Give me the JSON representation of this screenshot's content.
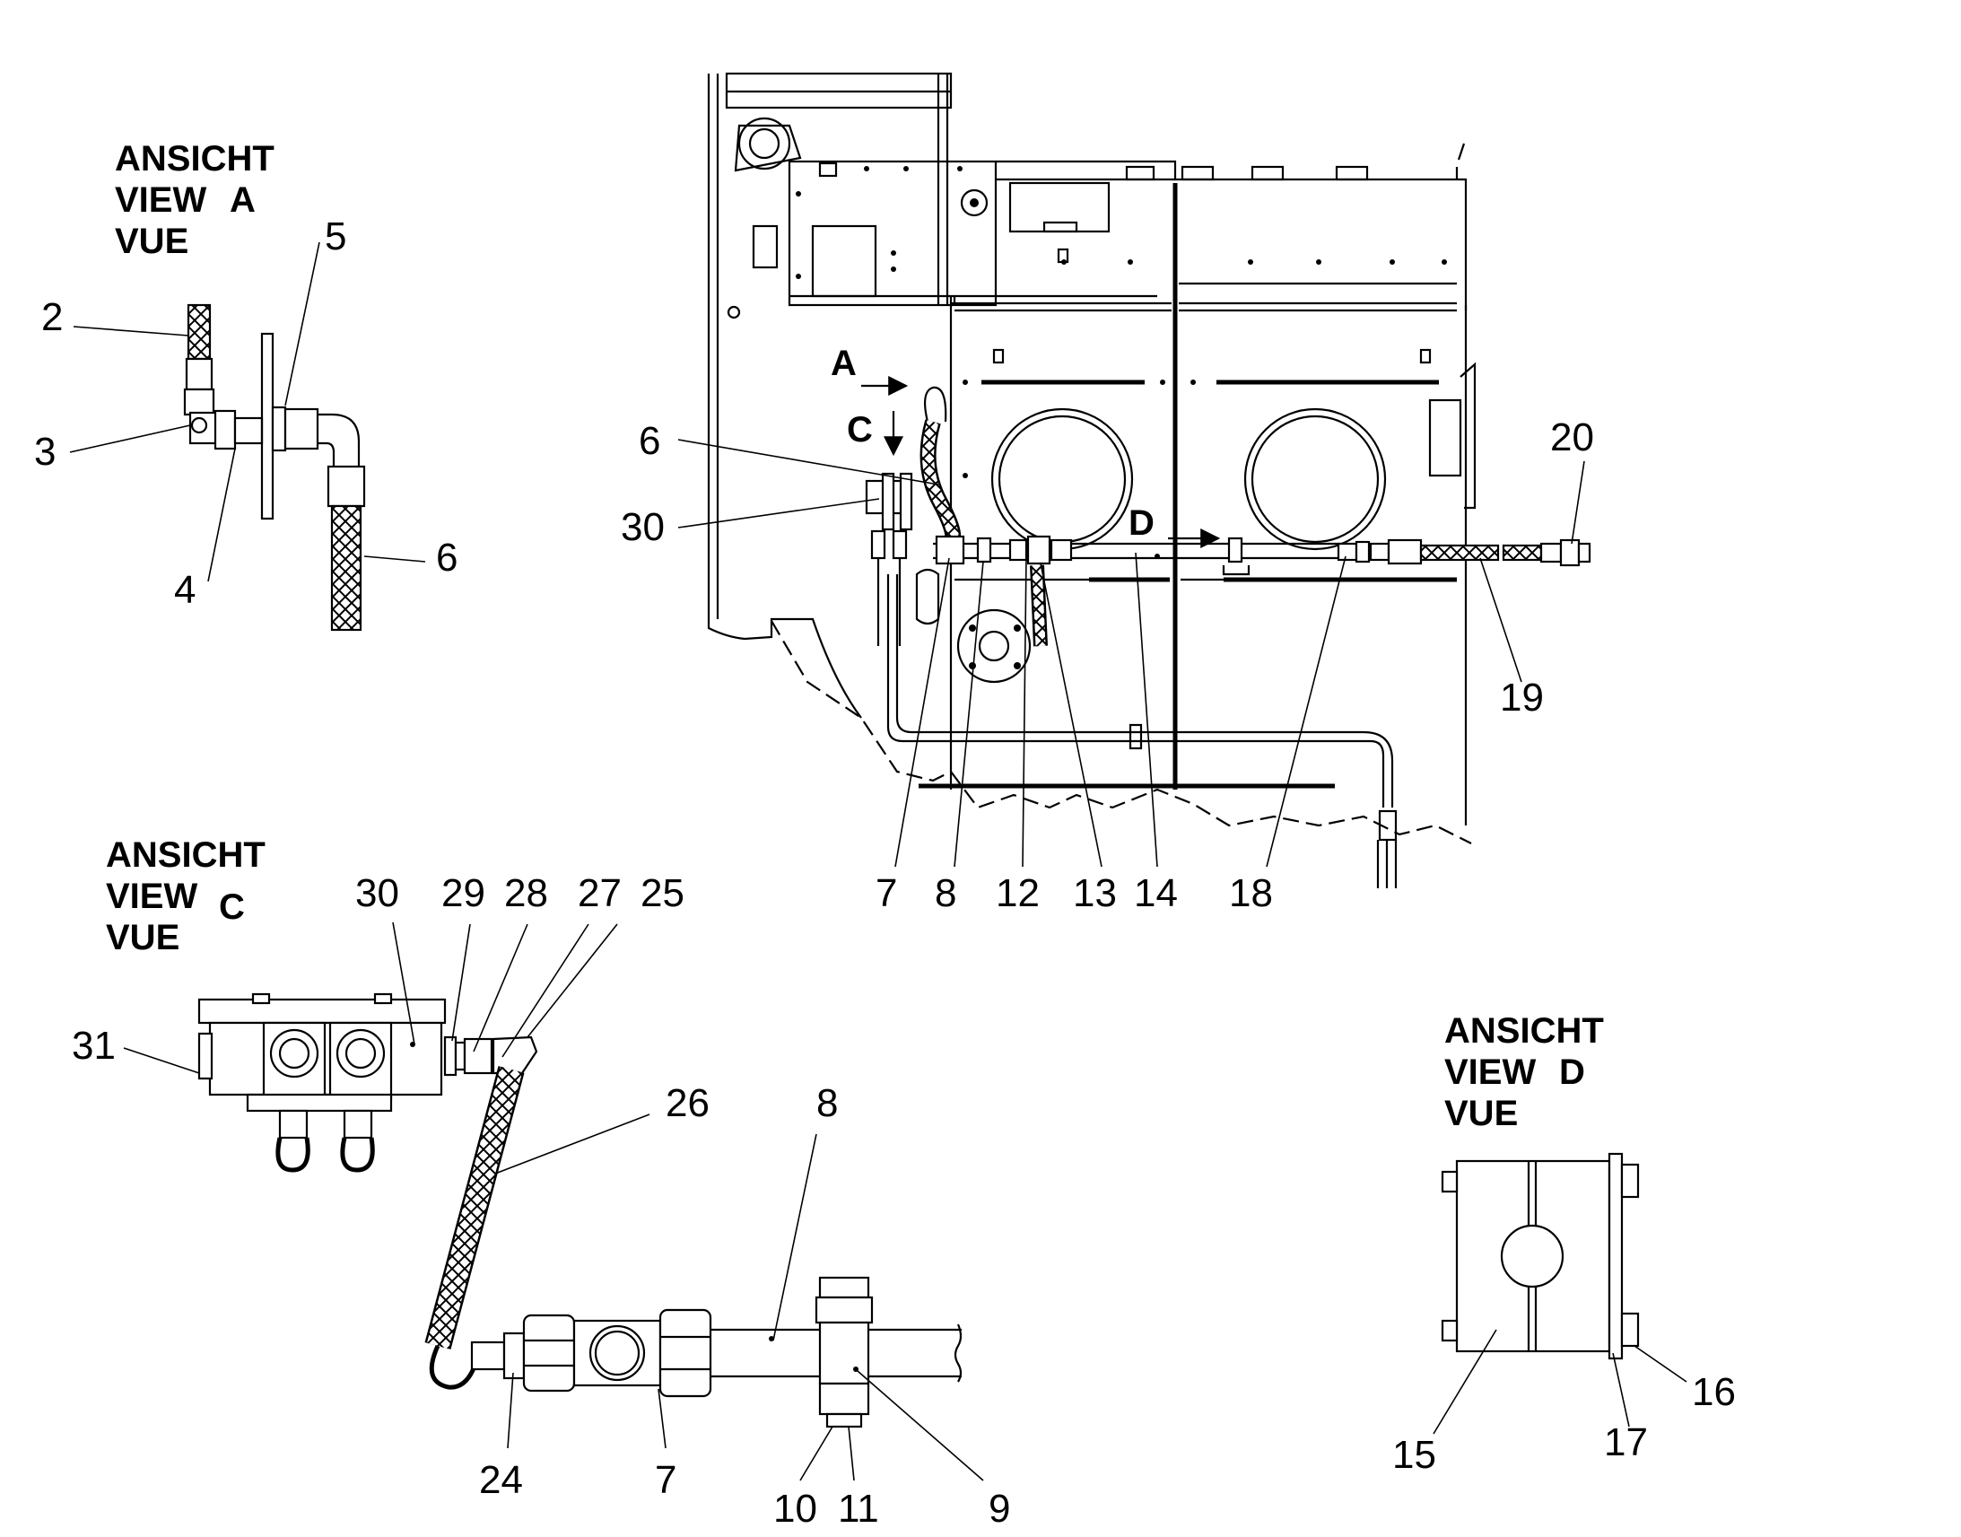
{
  "views": {
    "a": {
      "l1": "ANSICHT",
      "l2": "VIEW",
      "letter": "A",
      "l3": "VUE"
    },
    "c": {
      "l1": "ANSICHT",
      "l2": "VIEW",
      "letter": "C",
      "l3": "VUE"
    },
    "d": {
      "l1": "ANSICHT",
      "l2": "VIEW",
      "letter": "D",
      "l3": "VUE"
    }
  },
  "arrows": {
    "a": "A",
    "c": "C",
    "d": "D"
  },
  "callouts": {
    "view_a": [
      "2",
      "3",
      "4",
      "5",
      "6"
    ],
    "main": [
      "6",
      "30",
      "20",
      "19",
      "7",
      "8",
      "12",
      "13",
      "14",
      "18"
    ],
    "view_c": [
      "31",
      "30",
      "29",
      "28",
      "27",
      "25",
      "26",
      "8",
      "24",
      "7",
      "10",
      "11",
      "9"
    ],
    "view_d": [
      "15",
      "17",
      "16"
    ]
  }
}
